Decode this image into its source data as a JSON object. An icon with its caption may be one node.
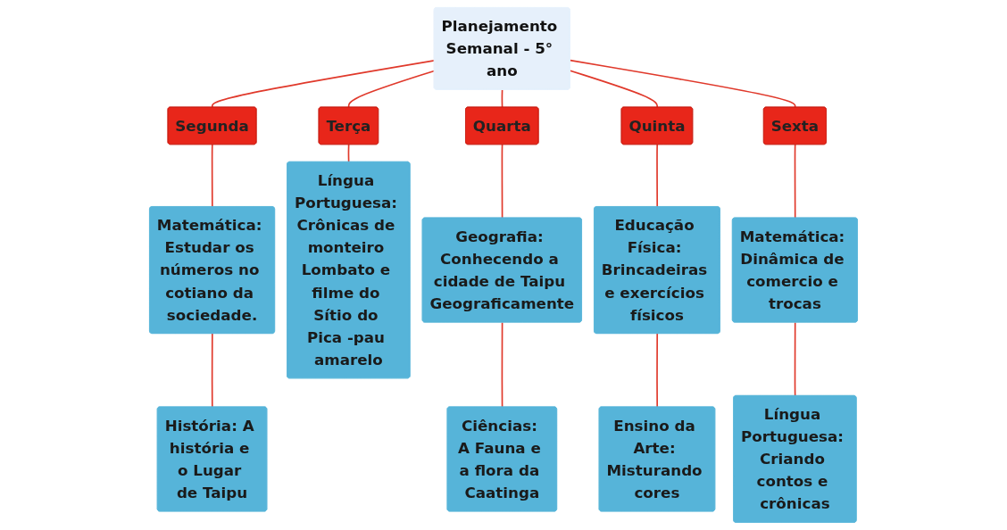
{
  "diagram": {
    "nodes": [
      {
        "text": [
          "Planejamento Semanal - 5° ano"
        ]
      },
      {
        "text": [
          "Segunda"
        ]
      },
      {
        "text": [
          "Terça"
        ]
      },
      {
        "text": [
          "Quarta"
        ]
      },
      {
        "text": [
          "Quinta"
        ]
      },
      {
        "text": [
          "Sexta"
        ]
      },
      {
        "text": [
          "Matemática: Estudar os números no cotiano da sociedade."
        ]
      },
      {
        "text": [
          "História: A história e o Lugar de Taipu"
        ]
      },
      {
        "text": [
          "Língua Portuguesa: Crônicas de monteiro Lombato e filme do Sítio do Pica -pau amarelo"
        ]
      },
      {
        "text": [
          "Geografia: Conhecendo a cidade de Taipu Geograficamente"
        ]
      },
      {
        "text": [
          "Ciências: A Fauna e a flora da Caatinga"
        ]
      },
      {
        "text": [
          "Educação Física: Brincadeiras e exercícios físicos"
        ]
      },
      {
        "text": [
          "Ensino da Arte: Misturando cores"
        ]
      },
      {
        "text": [
          "Matemática: Dinâmica de comercio e trocas"
        ]
      },
      {
        "text": [
          "Língua Portuguesa: Criando contos e crônicas"
        ]
      }
    ],
    "edges": [
      {
        "from": 0,
        "to": 1,
        "arrow": "none"
      },
      {
        "from": 0,
        "to": 2,
        "arrow": "none"
      },
      {
        "from": 0,
        "to": 3,
        "arrow": "none"
      },
      {
        "from": 0,
        "to": 4,
        "arrow": "none"
      },
      {
        "from": 0,
        "to": 5,
        "arrow": "none"
      },
      {
        "from": 1,
        "to": 6,
        "arrow": "none"
      },
      {
        "from": 6,
        "to": 7,
        "arrow": "none"
      },
      {
        "from": 2,
        "to": 8,
        "arrow": "none"
      },
      {
        "from": 3,
        "to": 9,
        "arrow": "none"
      },
      {
        "from": 9,
        "to": 10,
        "arrow": "none"
      },
      {
        "from": 4,
        "to": 11,
        "arrow": "none"
      },
      {
        "from": 11,
        "to": 12,
        "arrow": "none"
      },
      {
        "from": 5,
        "to": 13,
        "arrow": "none"
      },
      {
        "from": 13,
        "to": 14,
        "arrow": "none"
      }
    ]
  }
}
